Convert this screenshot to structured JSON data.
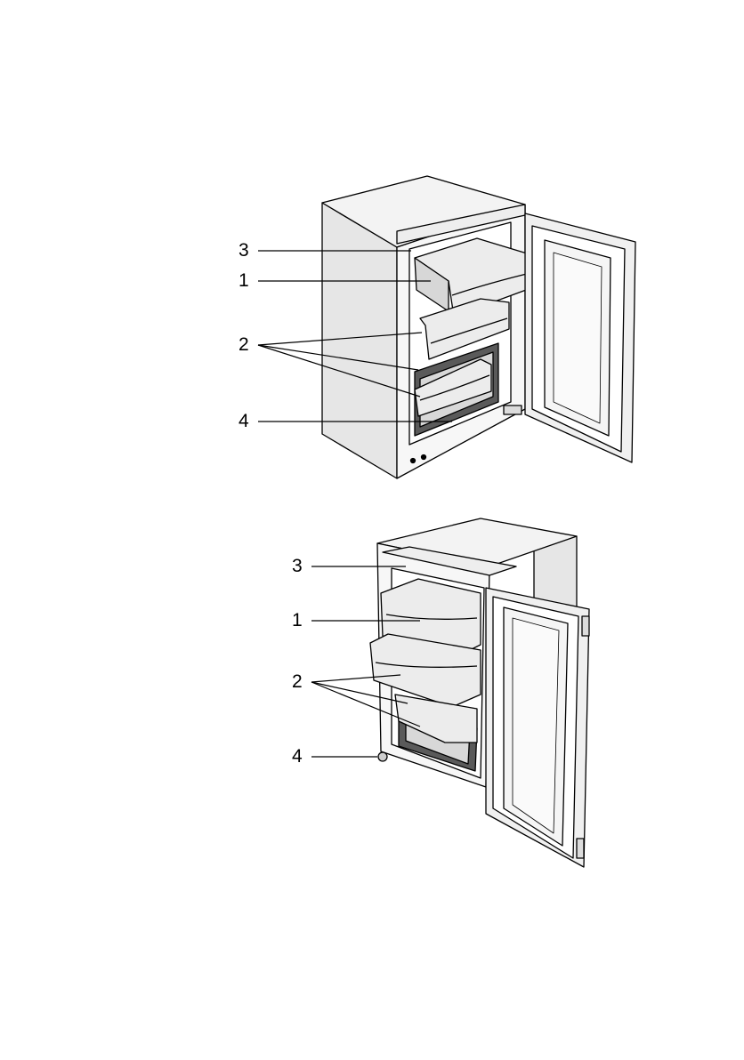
{
  "figures": [
    {
      "callouts": [
        {
          "label": "3"
        },
        {
          "label": "1"
        },
        {
          "label": "2"
        },
        {
          "label": "4"
        }
      ]
    },
    {
      "callouts": [
        {
          "label": "3"
        },
        {
          "label": "1"
        },
        {
          "label": "2"
        },
        {
          "label": "4"
        }
      ]
    }
  ],
  "colors": {
    "cabinet_side": "#e6e6e6",
    "cabinet_top": "#f3f3f3",
    "outline": "#000000",
    "drawer_front": "#ececec",
    "interior_dark": "#5a5a5a"
  }
}
